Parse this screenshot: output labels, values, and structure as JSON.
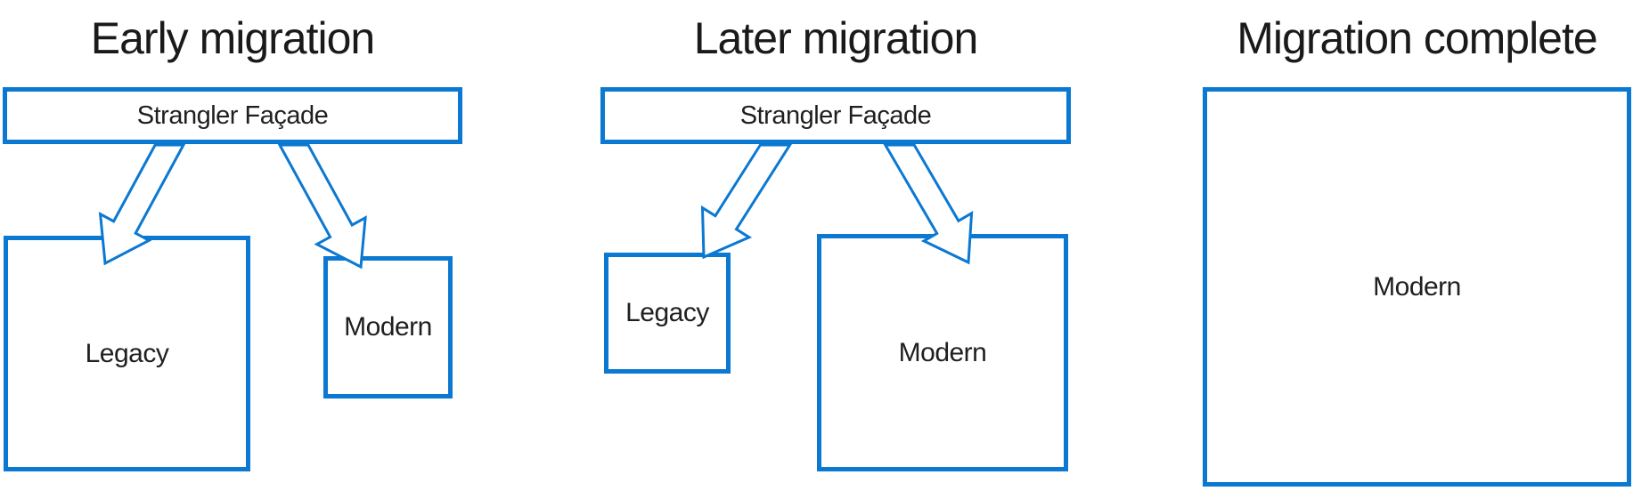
{
  "diagram": {
    "accent_color": "#0b78d2",
    "text_color": "#1a1a1a",
    "panels": [
      {
        "title": "Early migration",
        "facade_label": "Strangler Façade",
        "left_box_label": "Legacy",
        "right_box_label": "Modern"
      },
      {
        "title": "Later migration",
        "facade_label": "Strangler Façade",
        "left_box_label": "Legacy",
        "right_box_label": "Modern"
      },
      {
        "title": "Migration complete",
        "box_label": "Modern"
      }
    ]
  }
}
